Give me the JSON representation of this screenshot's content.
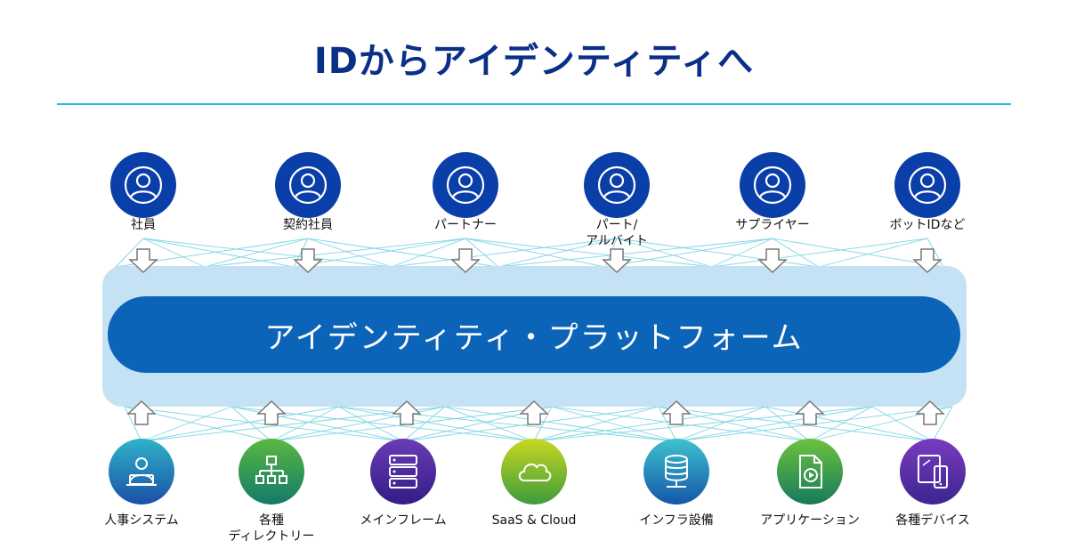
{
  "title": "IDからアイデンティティへ",
  "platform_label": "アイデンティティ・プラットフォーム",
  "users": [
    {
      "label_line1": "社員",
      "label_line2": ""
    },
    {
      "label_line1": "契約社員",
      "label_line2": ""
    },
    {
      "label_line1": "パートナー",
      "label_line2": ""
    },
    {
      "label_line1": "パート/",
      "label_line2": "アルバイト"
    },
    {
      "label_line1": "サプライヤー",
      "label_line2": ""
    },
    {
      "label_line1": "ボットIDなど",
      "label_line2": ""
    }
  ],
  "sources": [
    {
      "label_line1": "人事システム",
      "label_line2": "",
      "icon": "person-laptop-icon",
      "color_top": "#2fb3c9",
      "color_bottom": "#1c4fa8"
    },
    {
      "label_line1": "各種",
      "label_line2": "ディレクトリー",
      "icon": "org-chart-icon",
      "color_top": "#5ab840",
      "color_bottom": "#127a6a"
    },
    {
      "label_line1": "メインフレーム",
      "label_line2": "",
      "icon": "server-rack-icon",
      "color_top": "#6b3bb5",
      "color_bottom": "#321d86"
    },
    {
      "label_line1": "SaaS & Cloud",
      "label_line2": "",
      "icon": "cloud-icon",
      "color_top": "#c8d820",
      "color_bottom": "#3d9b3c"
    },
    {
      "label_line1": "インフラ設備",
      "label_line2": "",
      "icon": "database-icon",
      "color_top": "#3fc2cf",
      "color_bottom": "#1556a8"
    },
    {
      "label_line1": "アプリケーション",
      "label_line2": "",
      "icon": "app-file-icon",
      "color_top": "#6cc23e",
      "color_bottom": "#177a5a"
    },
    {
      "label_line1": "各種デバイス",
      "label_line2": "",
      "icon": "devices-icon",
      "color_top": "#7a3bc0",
      "color_bottom": "#3b2590"
    }
  ],
  "colors": {
    "title": "#0a2f86",
    "rule": "#29b6e6",
    "platform": "#0b64b8",
    "platform_bg": "#c5e2f5",
    "user_circle": "#0a3ea8",
    "connector": "#7fd6e6"
  }
}
